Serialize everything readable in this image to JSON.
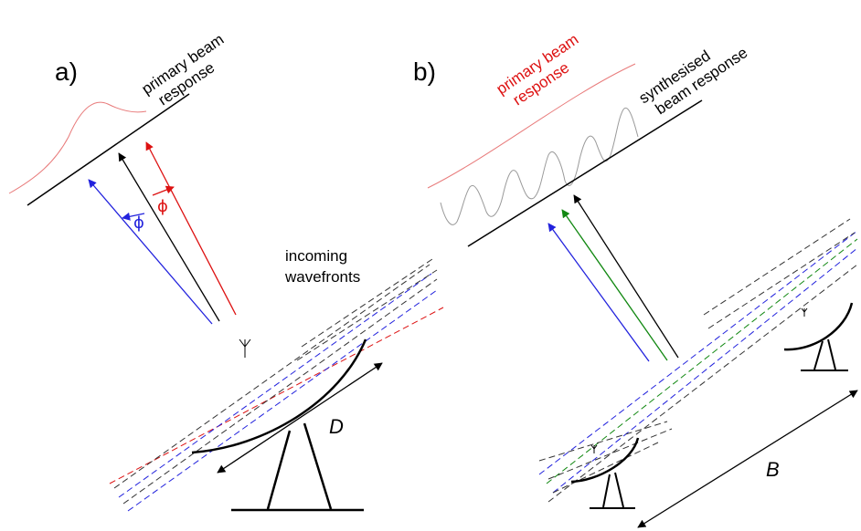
{
  "panel_a": {
    "label": "a)",
    "primary_beam_line1": "primary beam",
    "primary_beam_line2": "response",
    "incoming_line1": "incoming",
    "incoming_line2": "wavefronts",
    "phi_blue": "ϕ",
    "phi_red": "ϕ",
    "dish_diameter": "D"
  },
  "panel_b": {
    "label": "b)",
    "primary_beam_line1": "primary beam",
    "primary_beam_line2": "response",
    "synth_line1": "synthesised",
    "synth_line2": "beam response",
    "baseline": "B"
  },
  "colors": {
    "ink": "#000000",
    "blue": "#2222dd",
    "red": "#dd1111",
    "green": "#118811",
    "fringe": "#9a9a9a",
    "beam_red": "#e87a7a"
  }
}
